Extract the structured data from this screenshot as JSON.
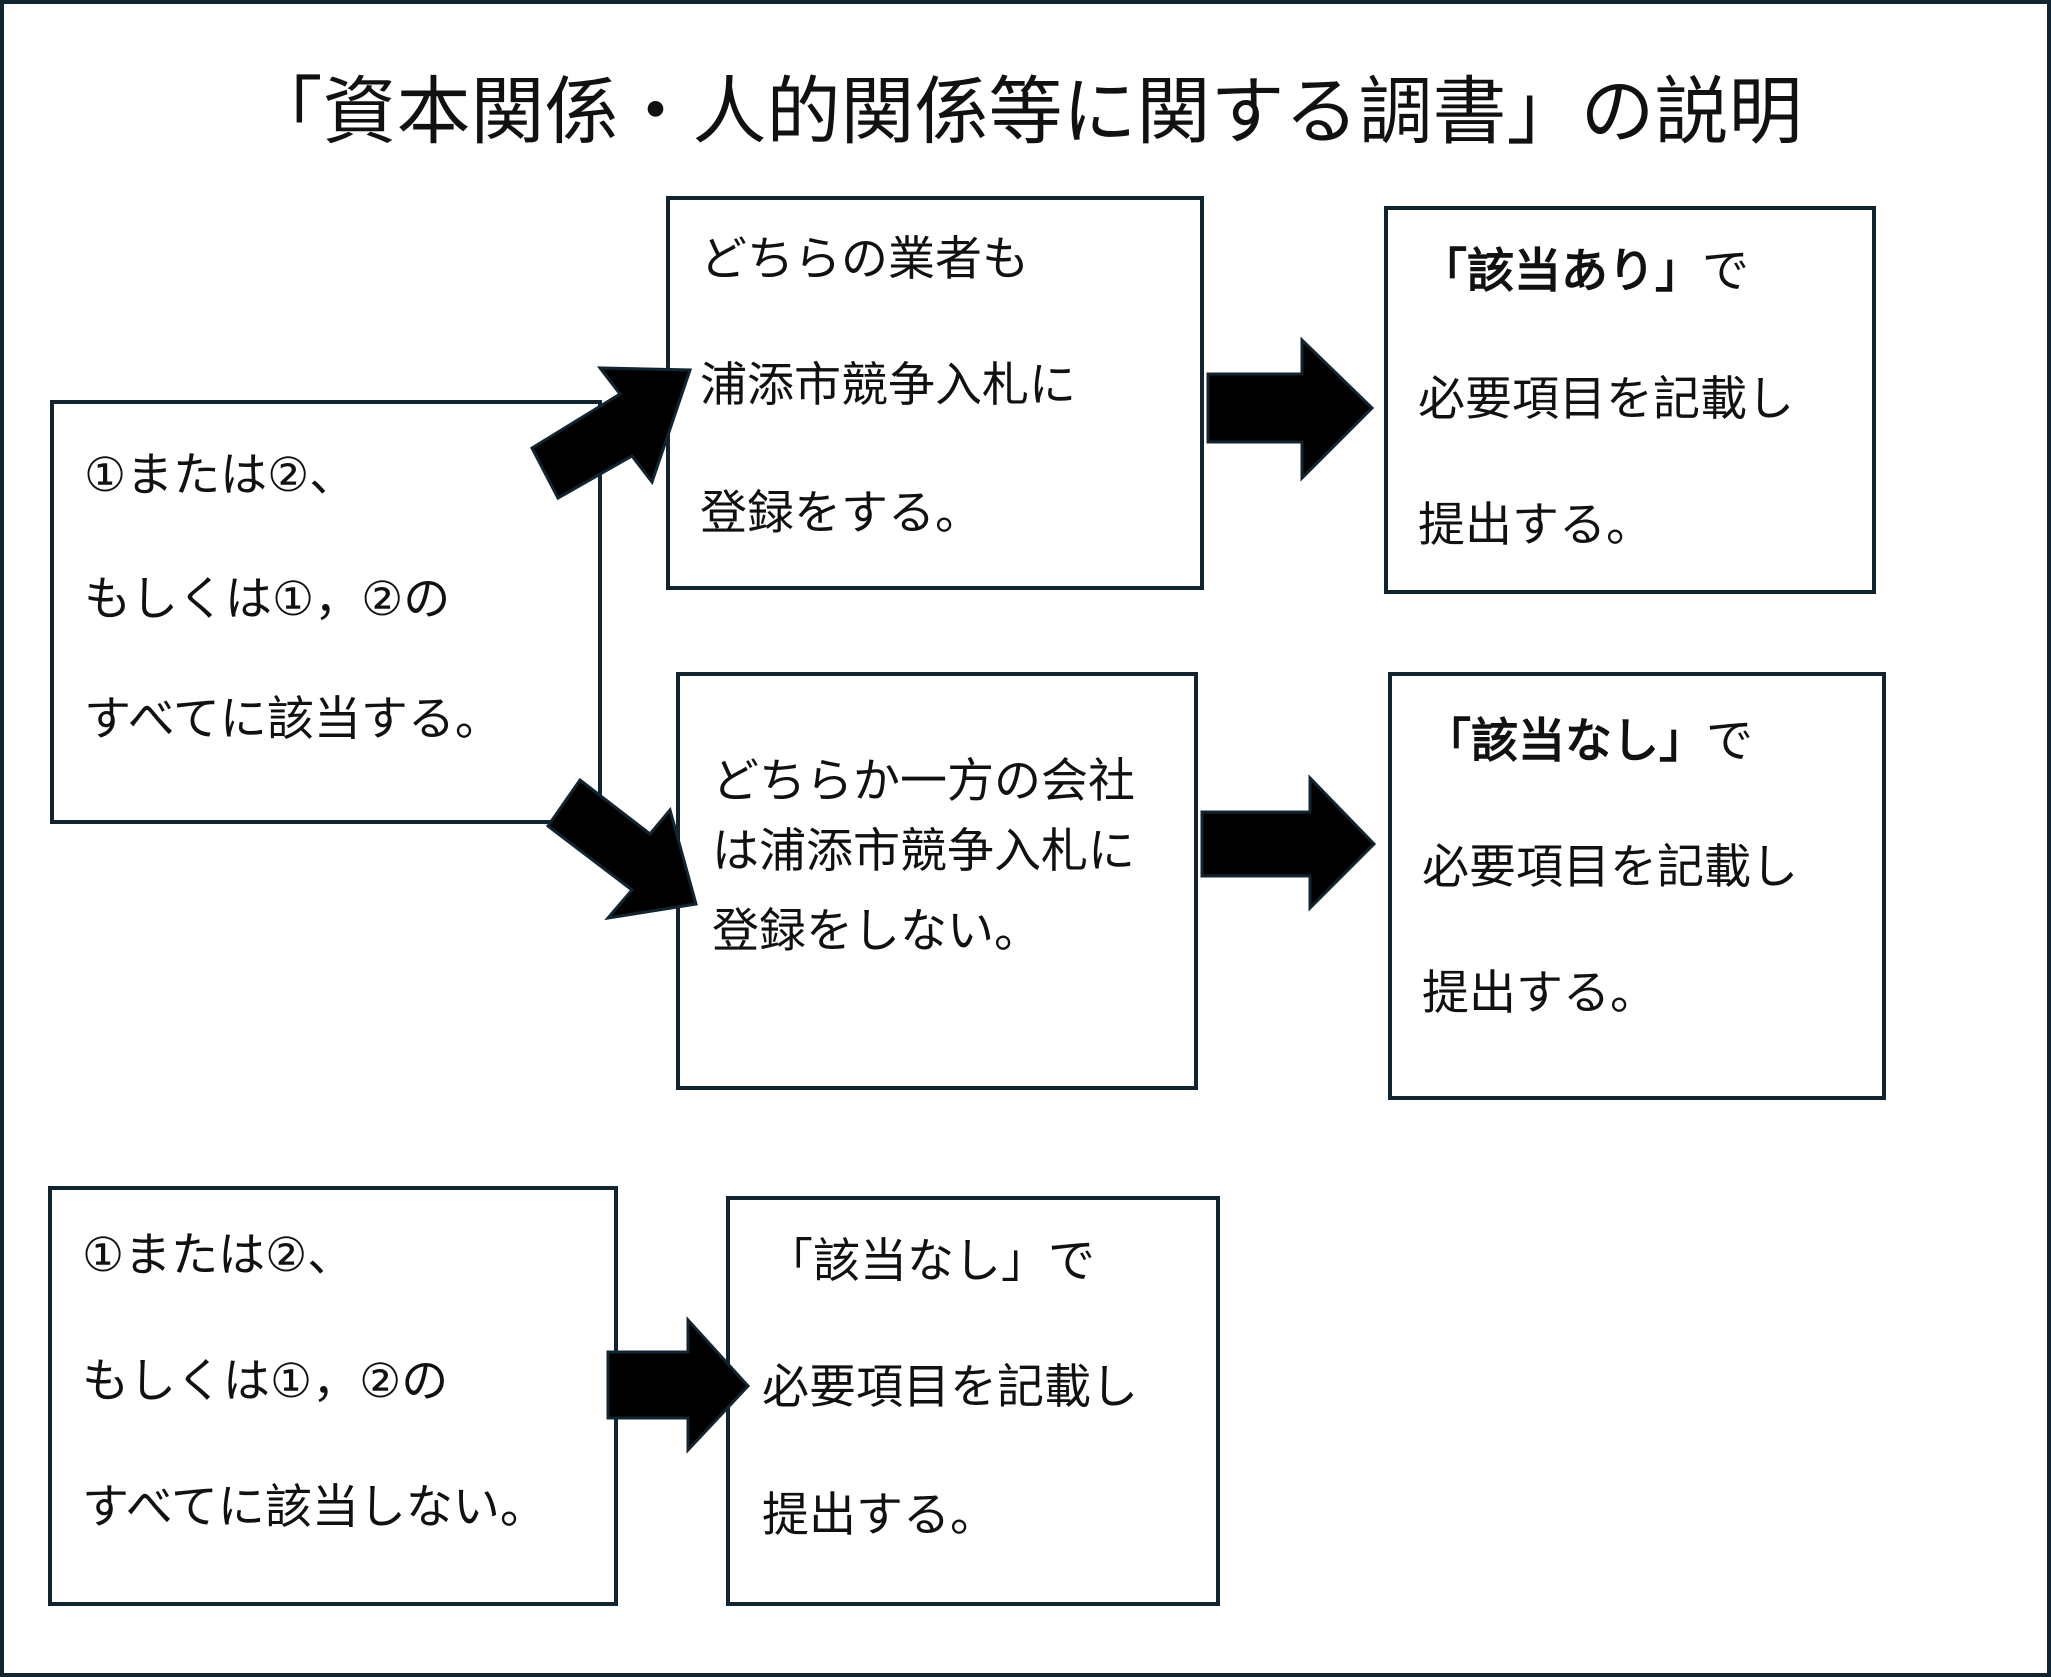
{
  "title": "「資本関係・人的関係等に関する調書」の説明",
  "top_section": {
    "condition": {
      "lines": [
        "①または②、",
        "もしくは①，②の",
        "すべてに該当する。"
      ]
    },
    "branch_upper": {
      "lines": [
        "どちらの業者も",
        "浦添市競争入札に",
        "登録をする。"
      ]
    },
    "result_upper": {
      "emphasis": "「該当あり」",
      "suffix": "で",
      "lines": [
        "必要項目を記載し",
        "提出する。"
      ]
    },
    "branch_lower": {
      "lines": [
        "どちらか一方の会社",
        "は浦添市競争入札に",
        "登録をしない。"
      ]
    },
    "result_lower": {
      "emphasis": "「該当なし」",
      "suffix": "で",
      "lines": [
        "必要項目を記載し",
        "提出する。"
      ]
    }
  },
  "bottom_section": {
    "condition": {
      "lines": [
        "①または②、",
        "もしくは①，②の",
        "すべてに該当しない。"
      ]
    },
    "result": {
      "lines": [
        "「該当なし」で",
        "必要項目を記載し",
        "提出する。"
      ]
    }
  },
  "colors": {
    "border": "#12242f",
    "arrow_fill": "#000000"
  }
}
